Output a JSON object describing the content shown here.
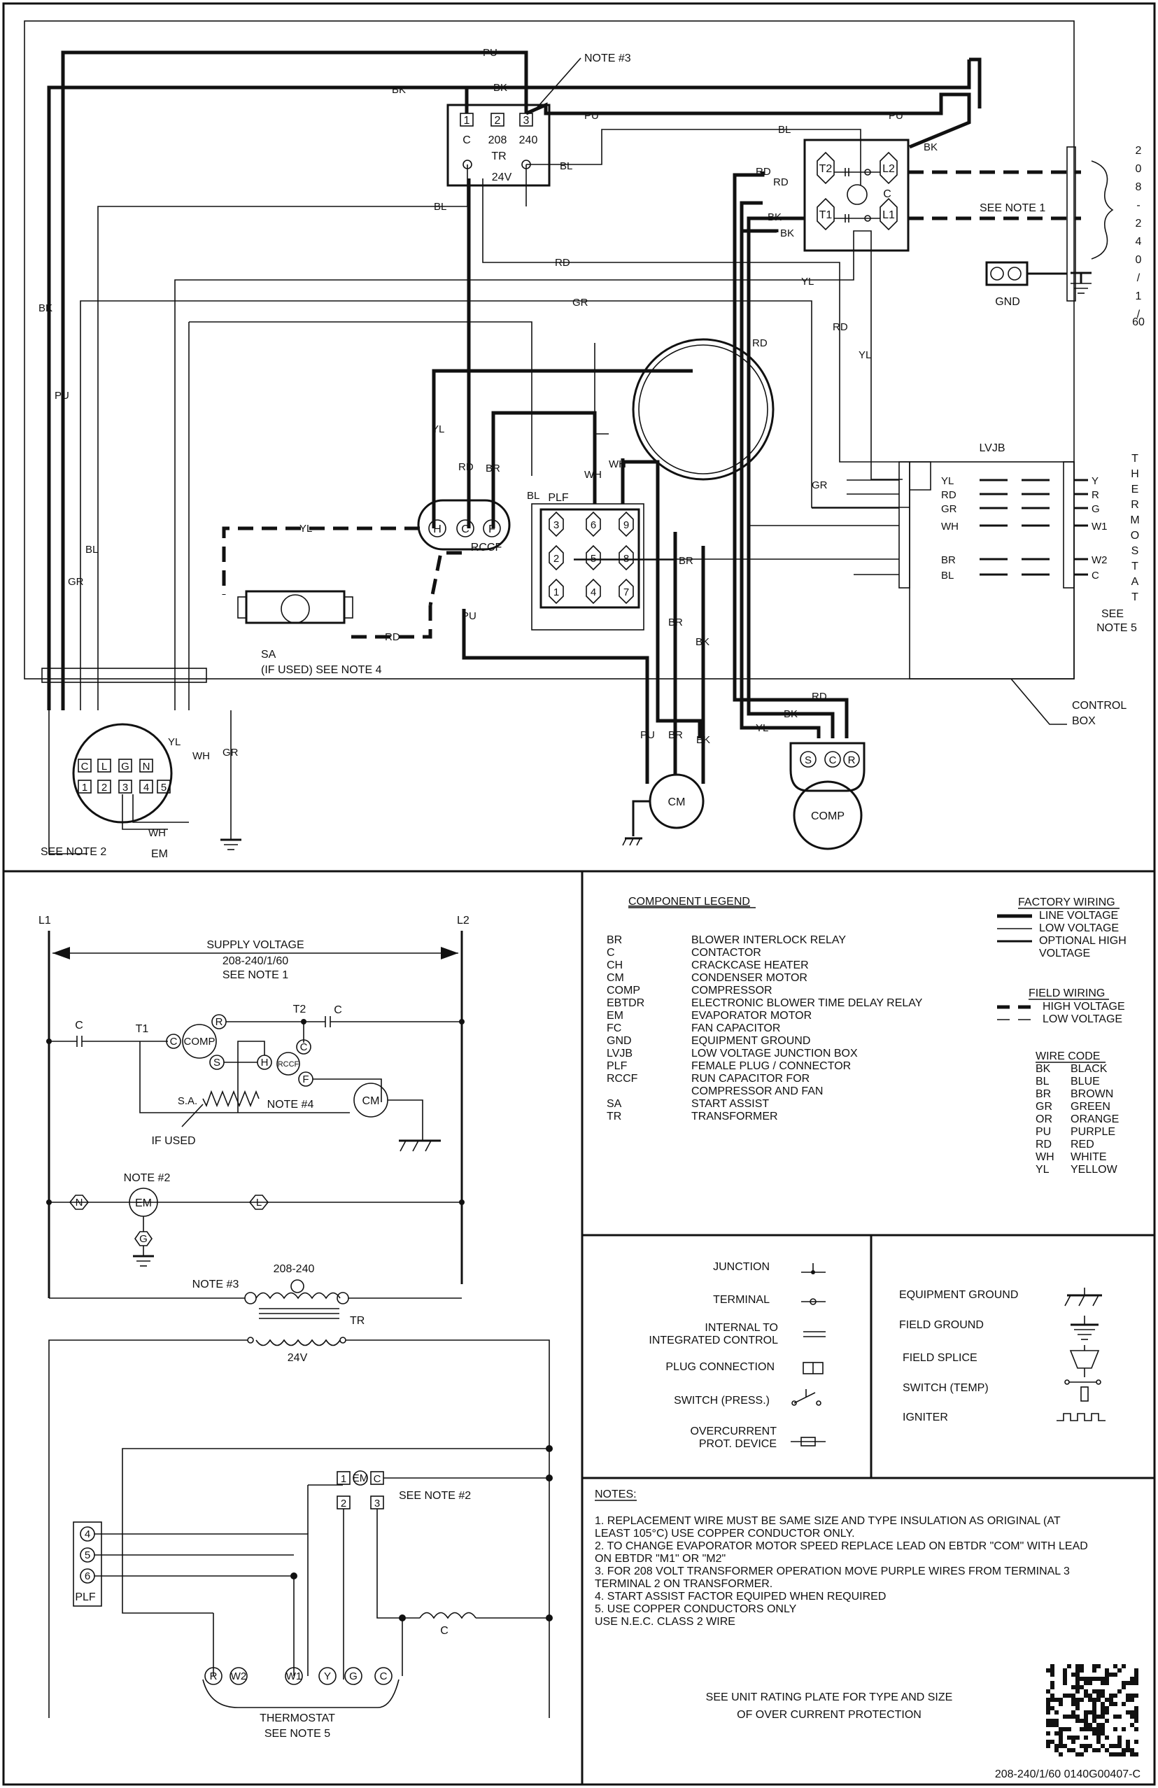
{
  "wire_labels": {
    "pu": "PU",
    "bk": "BK",
    "bl": "BL",
    "rd": "RD",
    "yl": "YL",
    "gr": "GR",
    "wh": "WH",
    "br": "BR"
  },
  "top": {
    "note3": "NOTE #3",
    "tr": {
      "t1": "1",
      "t2": "2",
      "t3": "3",
      "c": "C",
      "v208": "208",
      "v240": "240",
      "tr": "TR",
      "v24": "24V"
    },
    "contactor": {
      "t2": "T2",
      "t1": "T1",
      "l2": "L2",
      "l1": "L1",
      "c": "C"
    },
    "supply_vertical": [
      "2",
      "0",
      "8",
      "-",
      "2",
      "4",
      "0",
      "/",
      "1",
      "/",
      "60"
    ],
    "see_note1": "SEE NOTE 1",
    "gnd": "GND",
    "lvjb": {
      "title": "LVJB",
      "left": [
        "YL",
        "RD",
        "GR",
        "WH",
        "BR",
        "BL"
      ],
      "right": [
        "Y",
        "R",
        "G",
        "W1",
        "W2",
        "C"
      ]
    },
    "thermostat_vertical": [
      "T",
      "H",
      "E",
      "R",
      "M",
      "O",
      "S",
      "T",
      "A",
      "T"
    ],
    "see_note5": [
      "SEE",
      "NOTE 5"
    ],
    "rccf": {
      "h": "H",
      "c": "C",
      "f": "F",
      "label": "RCCF"
    },
    "plf": {
      "label": "PLF",
      "pins": [
        "3",
        "6",
        "9",
        "2",
        "5",
        "8",
        "1",
        "4",
        "7"
      ]
    },
    "sa": [
      "SA",
      "(IF USED) SEE NOTE 4"
    ],
    "control_box": [
      "CONTROL",
      "BOX"
    ],
    "em_top": [
      "C",
      "L",
      "G",
      "N"
    ],
    "em_bottom": [
      "1",
      "2",
      "3",
      "4",
      "5"
    ],
    "see_note2": "SEE NOTE 2",
    "em": "EM",
    "cm": "CM",
    "comp": "COMP",
    "comp_terms": [
      "S",
      "C",
      "R"
    ]
  },
  "ladder": {
    "l1": "L1",
    "l2": "L2",
    "supply": [
      "SUPPLY VOLTAGE",
      "208-240/1/60",
      "SEE NOTE 1"
    ],
    "c": "C",
    "t1": "T1",
    "t2": "T2",
    "comp": "COMP",
    "r": "R",
    "s": "S",
    "h": "H",
    "rccf": "RCCF",
    "f": "F",
    "sa": "S.A.",
    "note4": "NOTE #4",
    "cm": "CM",
    "if_used": "IF USED",
    "note2": "NOTE #2",
    "n": "N",
    "em": "EM",
    "l": "L",
    "g": "G",
    "note3": "NOTE #3",
    "v208_240": "208-240",
    "tr": "TR",
    "v24": "24V",
    "see_note2": "SEE NOTE #2",
    "em_pins": [
      "1",
      "EM",
      "C",
      "2",
      "3"
    ],
    "plf": "PLF",
    "plf_pins": [
      "4",
      "5",
      "6"
    ],
    "thermostat_terms": [
      "R",
      "W2",
      "W1",
      "Y",
      "G",
      "C"
    ],
    "thermostat": [
      "THERMOSTAT",
      "SEE NOTE 5"
    ]
  },
  "legend": {
    "title": "COMPONENT LEGEND",
    "items": [
      [
        "BR",
        "BLOWER INTERLOCK RELAY"
      ],
      [
        "C",
        "CONTACTOR"
      ],
      [
        "CH",
        "CRACKCASE HEATER"
      ],
      [
        "CM",
        "CONDENSER MOTOR"
      ],
      [
        "COMP",
        "COMPRESSOR"
      ],
      [
        "EBTDR",
        "ELECTRONIC BLOWER TIME DELAY RELAY"
      ],
      [
        "EM",
        "EVAPORATOR MOTOR"
      ],
      [
        "FC",
        "FAN CAPACITOR"
      ],
      [
        "GND",
        "EQUIPMENT GROUND"
      ],
      [
        "LVJB",
        "LOW VOLTAGE JUNCTION BOX"
      ],
      [
        "PLF",
        "FEMALE PLUG / CONNECTOR"
      ],
      [
        "RCCF",
        "RUN CAPACITOR FOR"
      ],
      [
        "",
        "COMPRESSOR AND FAN"
      ],
      [
        "SA",
        "START ASSIST"
      ],
      [
        "TR",
        "TRANSFORMER"
      ]
    ],
    "factory_wiring": "FACTORY WIRING",
    "factory_items": [
      "LINE VOLTAGE",
      "LOW VOLTAGE",
      "OPTIONAL HIGH",
      "VOLTAGE"
    ],
    "field_wiring": "FIELD WIRING",
    "field_items": [
      "HIGH VOLTAGE",
      "LOW VOLTAGE"
    ],
    "wire_code_title": "WIRE CODE",
    "wire_code": [
      [
        "BK",
        "BLACK"
      ],
      [
        "BL",
        "BLUE"
      ],
      [
        "BR",
        "BROWN"
      ],
      [
        "GR",
        "GREEN"
      ],
      [
        "OR",
        "ORANGE"
      ],
      [
        "PU",
        "PURPLE"
      ],
      [
        "RD",
        "RED"
      ],
      [
        "WH",
        "WHITE"
      ],
      [
        "YL",
        "YELLOW"
      ]
    ]
  },
  "symbols": {
    "left": [
      "JUNCTION",
      "TERMINAL",
      "INTERNAL TO",
      "INTEGRATED CONTROL",
      "PLUG CONNECTION",
      "SWITCH (PRESS.)",
      "OVERCURRENT",
      "PROT. DEVICE"
    ],
    "right": [
      "EQUIPMENT GROUND",
      "FIELD GROUND",
      "FIELD SPLICE",
      "SWITCH (TEMP)",
      "IGNITER"
    ]
  },
  "notes": {
    "title": "NOTES:",
    "lines": [
      "1.  REPLACEMENT WIRE MUST BE SAME SIZE AND TYPE INSULATION AS ORIGINAL (AT",
      "     LEAST 105°C) USE COPPER CONDUCTOR ONLY.",
      "2.  TO CHANGE EVAPORATOR MOTOR SPEED REPLACE LEAD ON EBTDR \"COM\" WITH LEAD",
      "     ON EBTDR \"M1\" OR \"M2\"",
      "3.  FOR 208 VOLT TRANSFORMER OPERATION MOVE PURPLE WIRES FROM TERMINAL 3",
      "     TERMINAL 2 ON TRANSFORMER.",
      "4.  START ASSIST FACTOR EQUIPED WHEN REQUIRED",
      "5.  USE COPPER CONDUCTORS ONLY",
      "     USE N.E.C. CLASS 2 WIRE"
    ],
    "rating": [
      "SEE UNIT RATING PLATE FOR TYPE AND SIZE",
      "OF OVER CURRENT PROTECTION"
    ],
    "footer": "208-240/1/60    0140G00407-C"
  }
}
